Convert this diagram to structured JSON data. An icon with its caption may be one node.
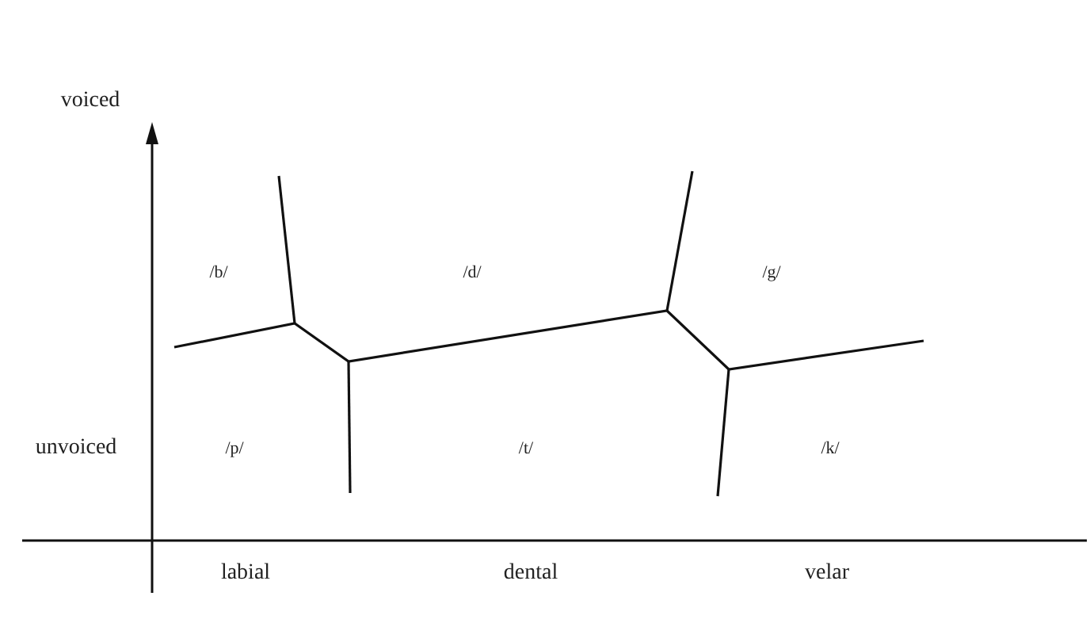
{
  "diagram": {
    "labels": [
      "voiced",
      "/b/",
      "/d/",
      "/g/",
      "unvoiced",
      "/p/",
      "/t/",
      "/k/",
      "labial",
      "dental",
      "velar"
    ]
  }
}
